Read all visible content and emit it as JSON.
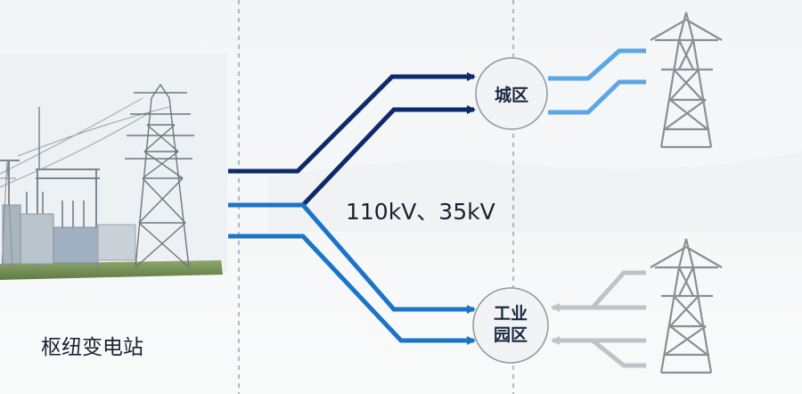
{
  "substation": {
    "label": "枢纽变电站"
  },
  "voltage": {
    "label": "110kV、35kV"
  },
  "nodes": {
    "city": {
      "label": "城区"
    },
    "industrial": {
      "line1": "工业",
      "line2": "园区"
    }
  },
  "colors": {
    "navy": "#0d2b6b",
    "blue": "#1b74c8",
    "light_blue": "#5aa6e6",
    "gray": "#bfc3c7",
    "tower": "#8a8f95",
    "divider": "#6b7a8c"
  },
  "icons": [
    "substation-photo",
    "transmission-tower-icon"
  ]
}
